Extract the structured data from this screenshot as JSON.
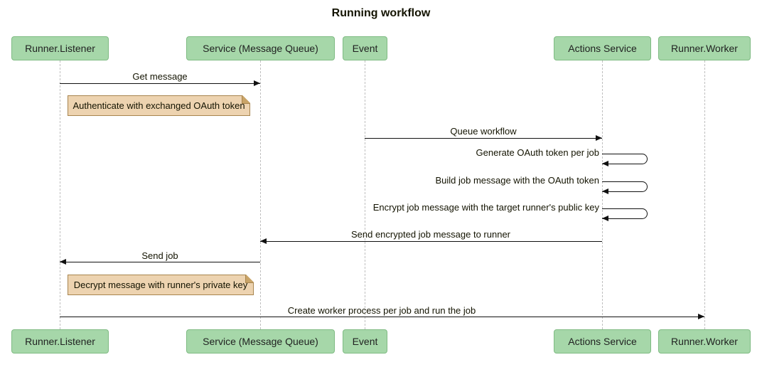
{
  "title": "Running workflow",
  "participants": [
    {
      "id": "runner-listener",
      "label": "Runner.Listener"
    },
    {
      "id": "service-message-queue",
      "label": "Service (Message Queue)"
    },
    {
      "id": "event",
      "label": "Event"
    },
    {
      "id": "actions-service",
      "label": "Actions Service"
    },
    {
      "id": "runner-worker",
      "label": "Runner.Worker"
    }
  ],
  "messages": [
    {
      "from": "Runner.Listener",
      "to": "Service (Message Queue)",
      "type": "arrow",
      "label": "Get message"
    },
    {
      "from": "Event",
      "to": "Actions Service",
      "type": "arrow",
      "label": "Queue workflow"
    },
    {
      "from": "Actions Service",
      "to": "Actions Service",
      "type": "self",
      "label": "Generate OAuth token per job"
    },
    {
      "from": "Actions Service",
      "to": "Actions Service",
      "type": "self",
      "label": "Build job message with the OAuth token"
    },
    {
      "from": "Actions Service",
      "to": "Actions Service",
      "type": "self",
      "label": "Encrypt job message with the target runner's public key"
    },
    {
      "from": "Actions Service",
      "to": "Service (Message Queue)",
      "type": "arrow",
      "label": "Send encrypted job message to runner"
    },
    {
      "from": "Service (Message Queue)",
      "to": "Runner.Listener",
      "type": "arrow",
      "label": "Send job"
    },
    {
      "from": "Runner.Listener",
      "to": "Runner.Worker",
      "type": "arrow",
      "label": "Create worker process per job and run the job"
    }
  ],
  "notes": [
    {
      "over": "Runner.Listener",
      "label": "Authenticate with exchanged OAuth token"
    },
    {
      "over": "Runner.Listener",
      "label": "Decrypt message with runner's private key"
    }
  ],
  "colors": {
    "participant_fill": "#a6d7a9",
    "participant_border": "#7fbb83",
    "note_fill": "#edd3b0",
    "note_border": "#a8854e",
    "lifeline": "#bfbfbf",
    "arrow": "#111111",
    "background": "#ffffff"
  }
}
